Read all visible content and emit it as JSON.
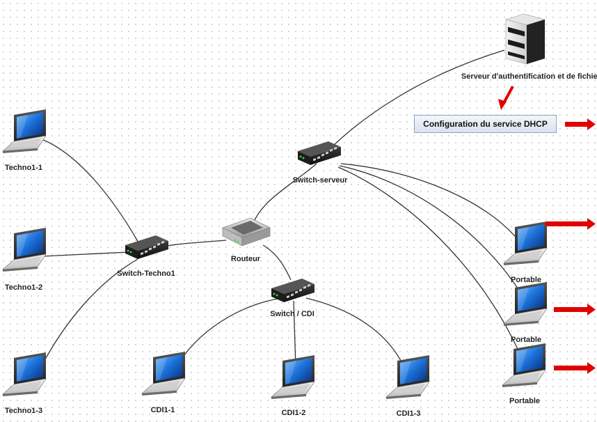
{
  "diagram": {
    "nodes": {
      "server": {
        "label": "Serveur d'authentification et de fichiers"
      },
      "switch_serveur": {
        "label": "Switch-serveur"
      },
      "routeur": {
        "label": "Routeur"
      },
      "switch_techno1": {
        "label": "Switch-Techno1"
      },
      "switch_cdi": {
        "label": "Switch / CDI"
      },
      "techno1_1": {
        "label": "Techno1-1"
      },
      "techno1_2": {
        "label": "Techno1-2"
      },
      "techno1_3": {
        "label": "Techno1-3"
      },
      "cdi1_1": {
        "label": "CDI1-1"
      },
      "cdi1_2": {
        "label": "CDI1-2"
      },
      "cdi1_3": {
        "label": "CDI1-3"
      },
      "portable_1": {
        "label": "Portable"
      },
      "portable_2": {
        "label": "Portable"
      },
      "portable_3": {
        "label": "Portable"
      }
    },
    "dhcp_button": {
      "label": "Configuration du service DHCP"
    },
    "colors": {
      "link": "#333333",
      "arrow": "#e00000",
      "screen": "#1a6fd6"
    }
  }
}
